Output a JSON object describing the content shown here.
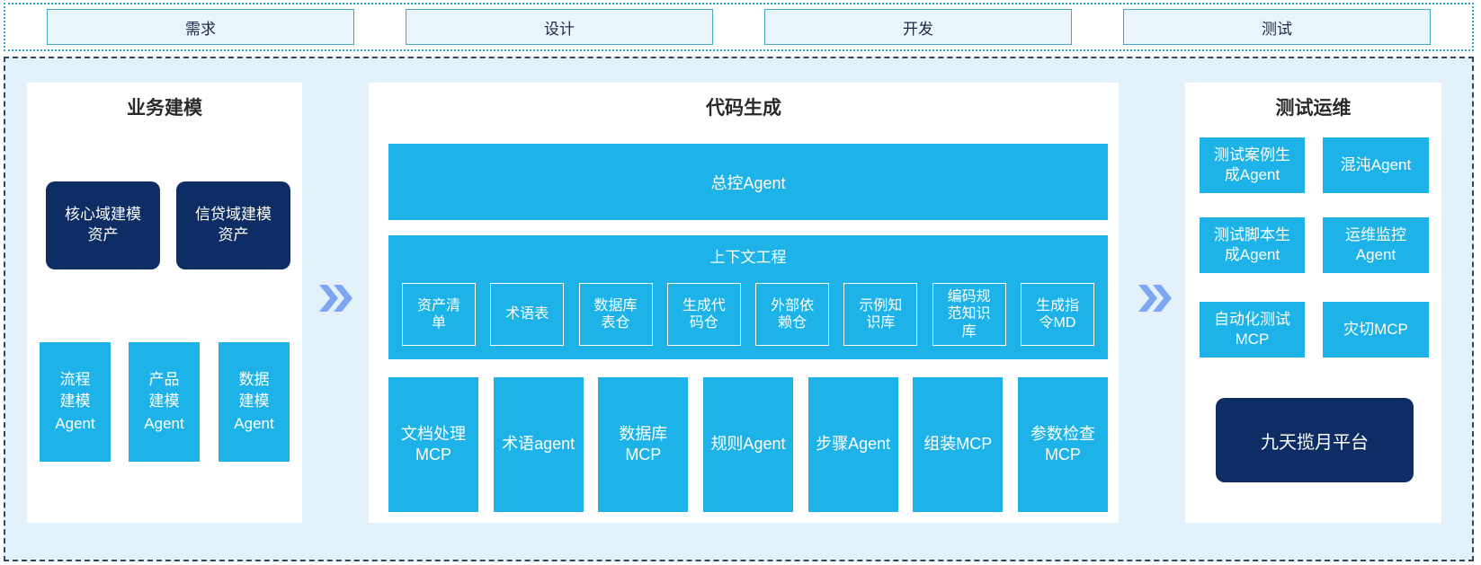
{
  "colors": {
    "cyan": "#1db3e8",
    "navy": "#0e2d64",
    "container_bg": "#e3f1fb",
    "stage_fill": "#e9f4fb",
    "stage_border": "#45a8c9",
    "band_dotted_border": "#2ca9d2",
    "main_dashed_border": "#34465e",
    "arrow": "#7da6f1"
  },
  "top_stages": [
    {
      "label": "需求"
    },
    {
      "label": "设计"
    },
    {
      "label": "开发"
    },
    {
      "label": "测试"
    }
  ],
  "panels": {
    "business_modeling": {
      "title": "业务建模",
      "asset_boxes": [
        {
          "label": "核心域建模\n资产"
        },
        {
          "label": "信贷域建模\n资产"
        }
      ],
      "agent_boxes": [
        {
          "label": "流程\n建模\nAgent"
        },
        {
          "label": "产品\n建模\nAgent"
        },
        {
          "label": "数据\n建模\nAgent"
        }
      ]
    },
    "code_generation": {
      "title": "代码生成",
      "master_agent_label": "总控Agent",
      "context_engineering": {
        "title": "上下文工程",
        "items": [
          {
            "label": "资产清\n单"
          },
          {
            "label": "术语表"
          },
          {
            "label": "数据库\n表仓"
          },
          {
            "label": "生成代\n码仓"
          },
          {
            "label": "外部依\n赖仓"
          },
          {
            "label": "示例知\n识库"
          },
          {
            "label": "编码规\n范知识\n库"
          },
          {
            "label": "生成指\n令MD"
          }
        ]
      },
      "tool_boxes": [
        {
          "label": "文档处理\nMCP"
        },
        {
          "label": "术语agent"
        },
        {
          "label": "数据库\nMCP"
        },
        {
          "label": "规则Agent"
        },
        {
          "label": "步骤Agent"
        },
        {
          "label": "组装MCP"
        },
        {
          "label": "参数检查\nMCP"
        }
      ]
    },
    "test_ops": {
      "title": "测试运维",
      "boxes": [
        {
          "label": "测试案例生\n成Agent"
        },
        {
          "label": "混沌Agent"
        },
        {
          "label": "测试脚本生\n成Agent"
        },
        {
          "label": "运维监控\nAgent"
        },
        {
          "label": "自动化测试\nMCP"
        },
        {
          "label": "灾切MCP"
        }
      ],
      "platform_label": "九天揽月平台"
    }
  }
}
